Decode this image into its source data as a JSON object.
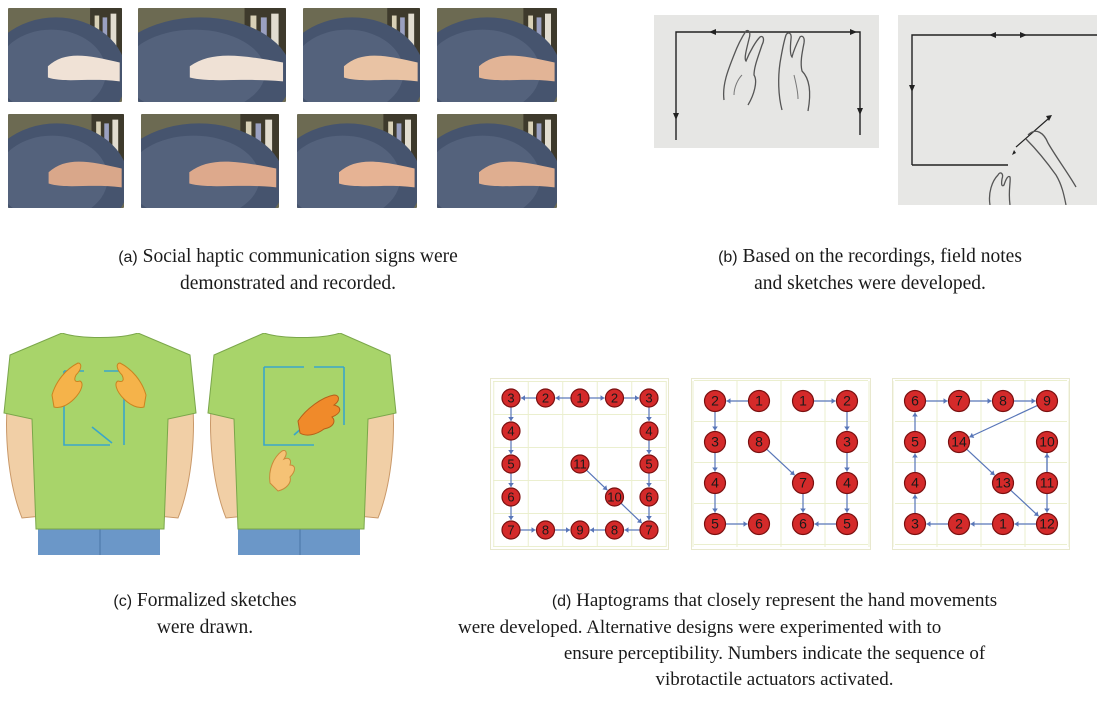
{
  "captions": {
    "a": {
      "label": "(a)",
      "line1": "Social haptic communication signs were",
      "line2": "demonstrated and recorded."
    },
    "b": {
      "label": "(b)",
      "line1": "Based on the recordings, field notes",
      "line2": "and sketches were developed."
    },
    "c": {
      "label": "(c)",
      "line1": "Formalized sketches",
      "line2": "were drawn."
    },
    "d": {
      "label": "(d)",
      "line1": "Haptograms that closely represent the hand movements",
      "line2": "were developed. Alternative designs were experimented with to",
      "line3": "ensure perceptibility. Numbers indicate the sequence of",
      "line4": "vibrotactile actuators activated."
    }
  },
  "haptograms": [
    {
      "nodes": [
        {
          "label": "3",
          "col": 0,
          "row": 0
        },
        {
          "label": "2",
          "col": 1,
          "row": 0
        },
        {
          "label": "1",
          "col": 2,
          "row": 0
        },
        {
          "label": "2",
          "col": 3,
          "row": 0
        },
        {
          "label": "3",
          "col": 4,
          "row": 0
        },
        {
          "label": "4",
          "col": 0,
          "row": 1
        },
        {
          "label": "4",
          "col": 4,
          "row": 1
        },
        {
          "label": "5",
          "col": 0,
          "row": 2
        },
        {
          "label": "11",
          "col": 2,
          "row": 2
        },
        {
          "label": "5",
          "col": 4,
          "row": 2
        },
        {
          "label": "6",
          "col": 0,
          "row": 3
        },
        {
          "label": "10",
          "col": 3,
          "row": 3
        },
        {
          "label": "6",
          "col": 4,
          "row": 3
        },
        {
          "label": "7",
          "col": 0,
          "row": 4
        },
        {
          "label": "8",
          "col": 1,
          "row": 4
        },
        {
          "label": "9",
          "col": 2,
          "row": 4
        },
        {
          "label": "8",
          "col": 3,
          "row": 4
        },
        {
          "label": "7",
          "col": 4,
          "row": 4
        }
      ]
    },
    {
      "nodes": [
        {
          "label": "2",
          "col": 0,
          "row": 0
        },
        {
          "label": "1",
          "col": 1,
          "row": 0
        },
        {
          "label": "1",
          "col": 2,
          "row": 0
        },
        {
          "label": "2",
          "col": 3,
          "row": 0
        },
        {
          "label": "3",
          "col": 0,
          "row": 1
        },
        {
          "label": "8",
          "col": 1,
          "row": 1
        },
        {
          "label": "3",
          "col": 3,
          "row": 1
        },
        {
          "label": "4",
          "col": 0,
          "row": 2
        },
        {
          "label": "7",
          "col": 2,
          "row": 2
        },
        {
          "label": "4",
          "col": 3,
          "row": 2
        },
        {
          "label": "5",
          "col": 0,
          "row": 3
        },
        {
          "label": "6",
          "col": 1,
          "row": 3
        },
        {
          "label": "6",
          "col": 2,
          "row": 3
        },
        {
          "label": "5",
          "col": 3,
          "row": 3
        }
      ]
    },
    {
      "nodes": [
        {
          "label": "6",
          "col": 0,
          "row": 0
        },
        {
          "label": "7",
          "col": 1,
          "row": 0
        },
        {
          "label": "8",
          "col": 2,
          "row": 0
        },
        {
          "label": "9",
          "col": 3,
          "row": 0
        },
        {
          "label": "5",
          "col": 0,
          "row": 1
        },
        {
          "label": "14",
          "col": 1,
          "row": 1
        },
        {
          "label": "10",
          "col": 3,
          "row": 1
        },
        {
          "label": "4",
          "col": 0,
          "row": 2
        },
        {
          "label": "13",
          "col": 2,
          "row": 2
        },
        {
          "label": "11",
          "col": 3,
          "row": 2
        },
        {
          "label": "3",
          "col": 0,
          "row": 3
        },
        {
          "label": "2",
          "col": 1,
          "row": 3
        },
        {
          "label": "1",
          "col": 2,
          "row": 3
        },
        {
          "label": "12",
          "col": 3,
          "row": 3
        }
      ]
    }
  ],
  "colors": {
    "node": "#d42a2a",
    "node_stroke": "#7a1010",
    "arrow": "#5876b8",
    "grid": "#ebefcf",
    "shirt": "#a8d46a",
    "sketch_line": "#3aa6c9"
  }
}
